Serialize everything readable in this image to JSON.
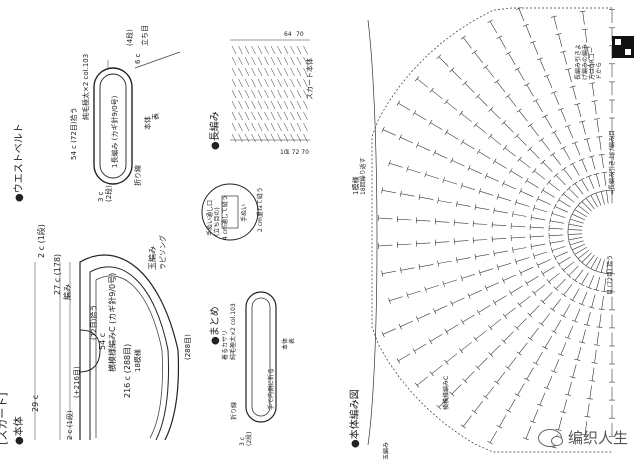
{
  "labels": {
    "skirt": "[スカート]",
    "body": "●本体",
    "finishing": "●まとめ",
    "chart_body": "●本体編み図",
    "waist": "●ウエストベルト",
    "long_stitch": "●長編み",
    "b_27c": "27 c (178)",
    "b_2c_1": "2 c (1段)",
    "b_band": "編み",
    "b_tama": "玉編み",
    "b_tama_sub": "ラピソング",
    "b_yarn": "横模様編みC (カギ針9/0号)",
    "b_54c": "54 c",
    "b_72": "(72目)拾う",
    "b_216c": "216 c (288目)",
    "b_18": "18模様",
    "b_288": "(288目)",
    "b_plus216": "(+216目)",
    "b_29c": "29 c",
    "b_2c_2": "2 c (1段)",
    "w_6c": "6 c",
    "w_4": "(4段)",
    "w_tachi": "立ち目",
    "w_yarn": "純毛極太×2  col.103",
    "w_54c": "54 c (72目)拾う",
    "w_hook": "1長編み (カギ針9/0号)",
    "w_body": "本体",
    "w_front": "表",
    "w_3c": "3 c",
    "w_2dan": "(2段)",
    "w_fold": "折り線",
    "ls_64": "64",
    "ls_70": "70",
    "ls_72": "1 72 70",
    "ls_10": "10",
    "ls_skirt": "スカート本体",
    "f_hand": "手ぬい通し口",
    "f_hand2": "(立ち目の)",
    "f_4cm": "4 cm通して縫う",
    "f_2cm": "2 cm重ねて縫う",
    "f_hand3": "手ぬい",
    "f_flip": "着るカサリ",
    "f_yarn": "純毛極太×2  col.103",
    "f_body": "本体",
    "f_front": "表",
    "f_fold": "折り線",
    "f_in": "手で内側に折る",
    "f_3c": "3 c",
    "f_2dan": "(2段)",
    "c_start": "1模様",
    "c_start2": "18回繰り返す",
    "c_pickup": "目 (72目) 拾う",
    "c_pattern": "横模様編みC",
    "c_tama": "玉編み",
    "c_legend": "=長編み引き上げ編み目",
    "c_qr1": "長編み引きよ",
    "c_qr2": "げ編みの編み",
    "c_qr3": "方はQRコー",
    "c_qr4": "ドから"
  },
  "watermark": "编织人生"
}
